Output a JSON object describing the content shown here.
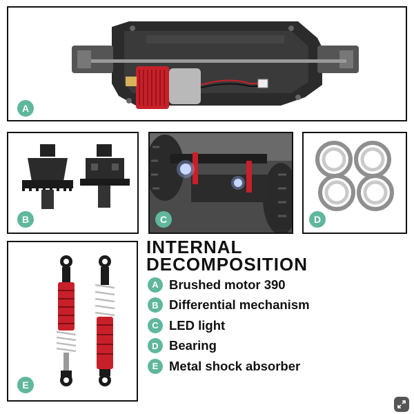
{
  "panels": {
    "a": {
      "letter": "A"
    },
    "b": {
      "letter": "B"
    },
    "c": {
      "letter": "C"
    },
    "d": {
      "letter": "D"
    },
    "e": {
      "letter": "E"
    }
  },
  "heading": {
    "line1": "INTERNAL",
    "line2": "DECOMPOSITION"
  },
  "legend": [
    {
      "letter": "A",
      "label": "Brushed motor 390"
    },
    {
      "letter": "B",
      "label": "Differential mechanism"
    },
    {
      "letter": "C",
      "label": "LED light"
    },
    {
      "letter": "D",
      "label": "Bearing"
    },
    {
      "letter": "E",
      "label": "Metal shock absorber"
    }
  ],
  "colors": {
    "badge": "#5fb79c",
    "motor_red": "#c8202a",
    "chassis": "#2b2b2b"
  }
}
